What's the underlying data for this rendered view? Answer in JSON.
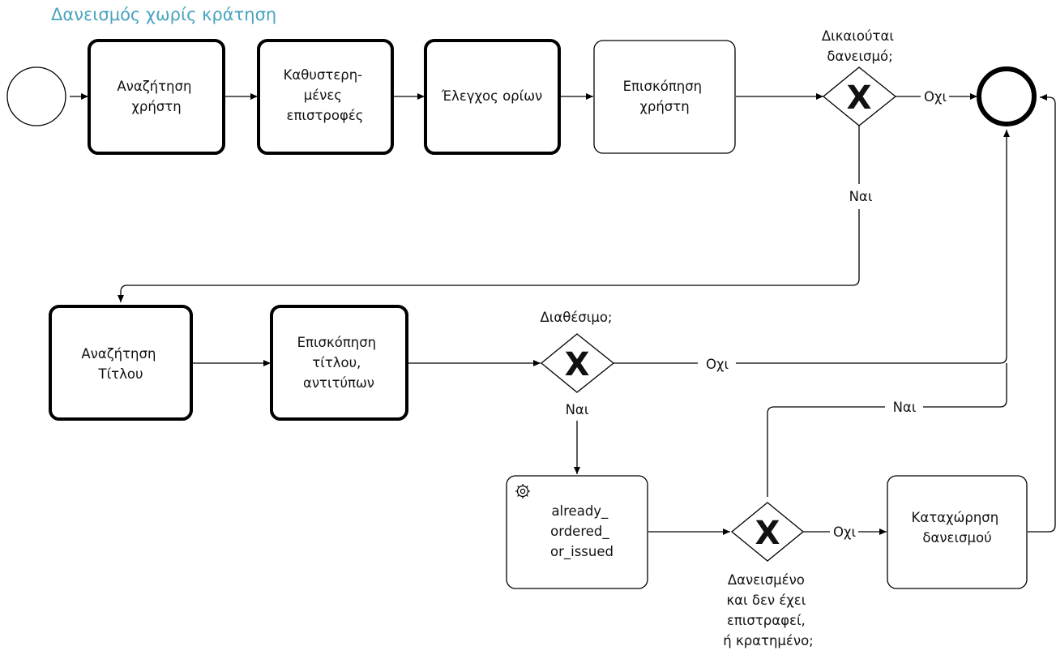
{
  "title": "Δανεισμός χωρίς κράτηση",
  "tasks": {
    "search_user": [
      "Αναζήτηση",
      "χρήστη"
    ],
    "late_returns": [
      "Καθυστερη-",
      "μένες",
      "επιστροφές"
    ],
    "limits_check": [
      "Έλεγχος ορίων"
    ],
    "user_review": [
      "Επισκόπηση",
      "χρήστη"
    ],
    "search_title": [
      "Αναζήτηση",
      "Τίτλου"
    ],
    "title_review": [
      "Επισκόπηση",
      "τίτλου,",
      "αντιτύπων"
    ],
    "already_ordered": [
      "already_",
      "ordered_",
      "or_issued"
    ],
    "register_loan": [
      "Καταχώρηση",
      "δανεισμού"
    ]
  },
  "gateways": {
    "eligible": [
      "Δικαιούται",
      "δανεισμό;"
    ],
    "available": [
      "Διαθέσιμο;"
    ],
    "loaned": [
      "Δανεισμένο",
      "και δεν έχει",
      "επιστραφεί,",
      "ή κρατημένο;"
    ],
    "marker": "X"
  },
  "flow_labels": {
    "yes": "Ναι",
    "no": "Οχι"
  },
  "icons": {
    "service_task": "gear-icon"
  },
  "colors": {
    "title": "#4aa3c0",
    "stroke": "#000000"
  }
}
